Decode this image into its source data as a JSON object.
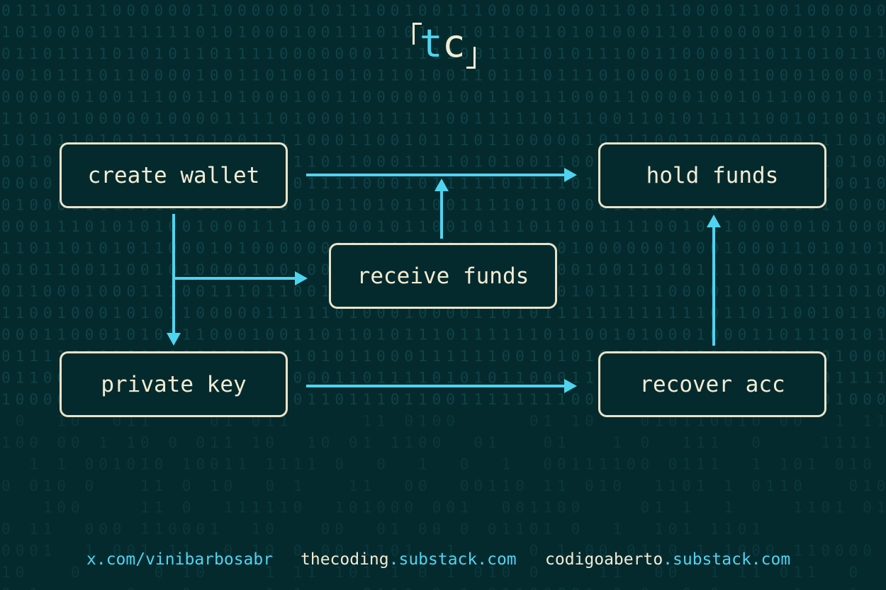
{
  "logo": {
    "letter_t": "t",
    "letter_c": "c"
  },
  "nodes": {
    "create_wallet": "create wallet",
    "hold_funds": "hold funds",
    "receive_funds": "receive funds",
    "private_key": "private key",
    "recover_acc": "recover acc"
  },
  "footer": {
    "x_link": "x.com/vinibarbosabr",
    "link1_name": "thecoding",
    "link1_domain": ".substack.com",
    "link2_name": "codigoaberto",
    "link2_domain": ".substack.com"
  },
  "colors": {
    "background": "#052a2e",
    "arrow": "#4fd4f0",
    "box_border": "#e9e3c8",
    "text": "#f2ecd3",
    "binary_digits": "#0f4247"
  }
}
